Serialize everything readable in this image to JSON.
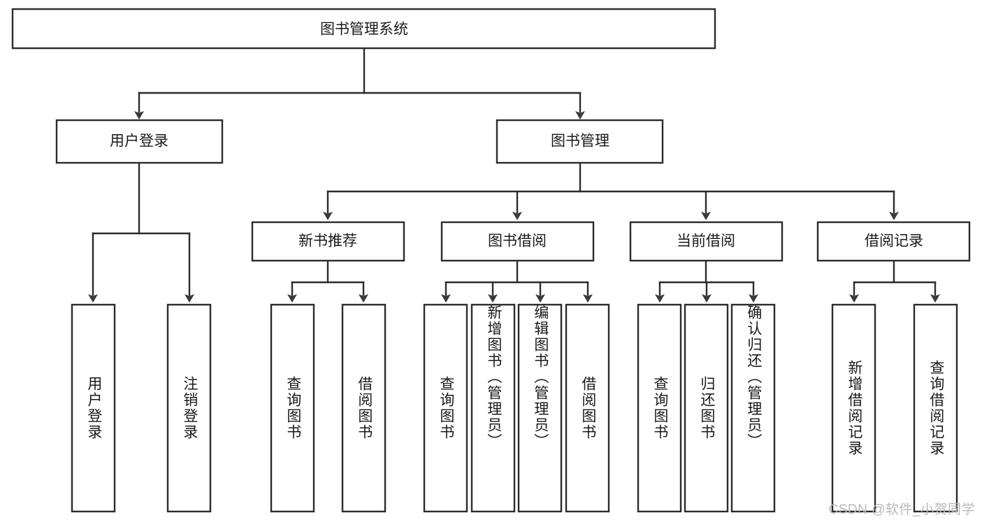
{
  "diagram": {
    "type": "tree-hierarchy-chart",
    "title": "图书管理系统",
    "root": {
      "label": "图书管理系统",
      "orientation": "horizontal"
    },
    "level2": [
      {
        "id": "user-login",
        "label": "用户登录",
        "orientation": "horizontal"
      },
      {
        "id": "book-management",
        "label": "图书管理",
        "orientation": "horizontal"
      }
    ],
    "level3": [
      {
        "id": "new-book-recommend",
        "label": "新书推荐",
        "orientation": "horizontal",
        "parent": "book-management"
      },
      {
        "id": "book-borrow",
        "label": "图书借阅",
        "orientation": "horizontal",
        "parent": "book-management"
      },
      {
        "id": "current-borrow",
        "label": "当前借阅",
        "orientation": "horizontal",
        "parent": "book-management"
      },
      {
        "id": "borrow-record",
        "label": "借阅记录",
        "orientation": "horizontal",
        "parent": "book-management"
      }
    ],
    "leaves": [
      {
        "id": "leaf-user-login",
        "label": "用户登录",
        "parent": "user-login",
        "orientation": "vertical"
      },
      {
        "id": "leaf-logout-login",
        "label": "注销登录",
        "parent": "user-login",
        "orientation": "vertical"
      },
      {
        "id": "leaf-query-book-1",
        "label": "查询图书",
        "parent": "new-book-recommend",
        "orientation": "vertical"
      },
      {
        "id": "leaf-borrow-book-1",
        "label": "借阅图书",
        "parent": "new-book-recommend",
        "orientation": "vertical"
      },
      {
        "id": "leaf-query-book-2",
        "label": "查询图书",
        "parent": "book-borrow",
        "orientation": "vertical"
      },
      {
        "id": "leaf-add-book",
        "label": "新增图书（管理员）",
        "parent": "book-borrow",
        "orientation": "vertical"
      },
      {
        "id": "leaf-edit-book",
        "label": "编辑图书（管理员）",
        "parent": "book-borrow",
        "orientation": "vertical"
      },
      {
        "id": "leaf-borrow-book-2",
        "label": "借阅图书",
        "parent": "book-borrow",
        "orientation": "vertical"
      },
      {
        "id": "leaf-query-book-3",
        "label": "查询图书",
        "parent": "current-borrow",
        "orientation": "vertical"
      },
      {
        "id": "leaf-return-book",
        "label": "归还图书",
        "parent": "current-borrow",
        "orientation": "vertical"
      },
      {
        "id": "leaf-confirm-return",
        "label": "确认归还（管理员）",
        "parent": "current-borrow",
        "orientation": "vertical"
      },
      {
        "id": "leaf-add-borrow-record",
        "label": "新增借阅记录",
        "parent": "borrow-record",
        "orientation": "vertical"
      },
      {
        "id": "leaf-query-borrow-record",
        "label": "查询借阅记录",
        "parent": "borrow-record",
        "orientation": "vertical"
      }
    ],
    "colors": {
      "stroke": "#2b2b2b",
      "fill": "#ffffff",
      "text": "#1a1a1a",
      "watermark": "#b8b8b8"
    }
  },
  "watermark": {
    "text": "CSDN @软件_小贺同学"
  }
}
